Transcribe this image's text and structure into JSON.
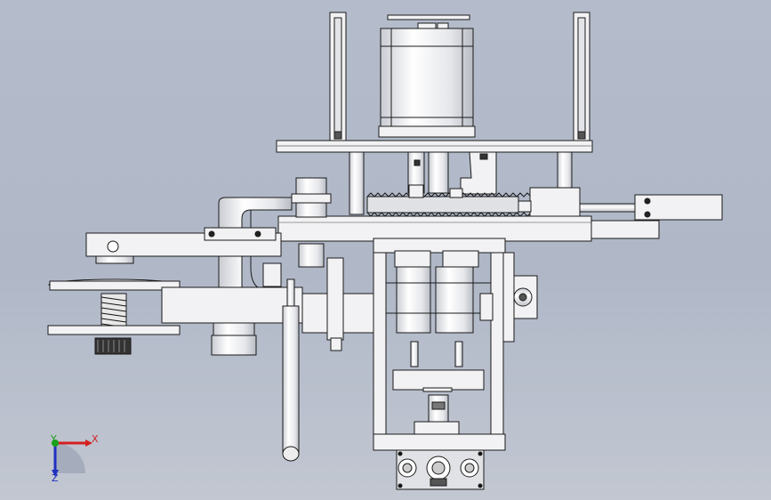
{
  "viewport": {
    "background_top": "#b4bccb",
    "background_bottom": "#c2c7d1"
  },
  "colors": {
    "part_fill": "#f2f2f4",
    "part_shade": "#d2d4da",
    "edge": "#1a1a1a",
    "x_axis": "#d42020",
    "y_axis": "#1aa01a",
    "z_axis": "#2030c0"
  },
  "triad": {
    "x_label": "X",
    "y_label": "Y",
    "z_label": "Z"
  },
  "icons": [
    "coordinate-triad-icon"
  ]
}
